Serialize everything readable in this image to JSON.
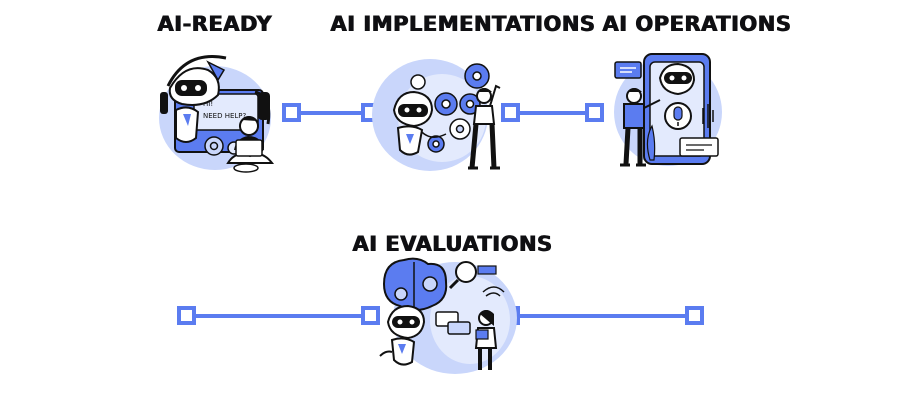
{
  "stages": [
    {
      "id": "ai-ready",
      "title": "AI-READY",
      "bubble_text": "HI!\nNEED HELP?"
    },
    {
      "id": "ai-implementations",
      "title": "AI IMPLEMENTATIONS"
    },
    {
      "id": "ai-operations",
      "title": "AI OPERATIONS"
    },
    {
      "id": "ai-evaluations",
      "title": "AI EVALUATIONS"
    }
  ],
  "bubble": {
    "line1": "HI!",
    "line2": "NEED HELP?"
  },
  "colors": {
    "accent": "#5b7cf0",
    "accent_light": "#c9d6fb",
    "accent_pale": "#e3eafd",
    "ink": "#111111",
    "background": "#ffffff"
  },
  "icons": [
    "robot-icon",
    "headset-icon",
    "gear-icon",
    "person-icon",
    "phone-icon",
    "microphone-icon",
    "chat-bubble-icon",
    "brain-icon",
    "magnifier-icon",
    "wifi-icon",
    "laptop-icon"
  ]
}
